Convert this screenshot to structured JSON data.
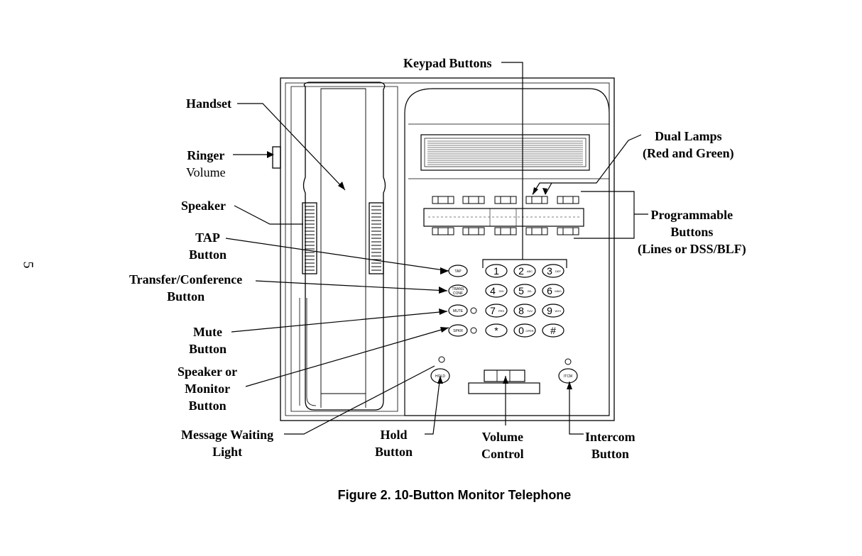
{
  "page_number": "5",
  "caption": "Figure 2.  10-Button Monitor Telephone",
  "labels": {
    "keypad_buttons": "Keypad Buttons",
    "handset": "Handset",
    "ringer_volume": [
      "Ringer",
      "Volume"
    ],
    "speaker": "Speaker",
    "tap_button": [
      "TAP",
      "Button"
    ],
    "transfer_conference_button": [
      "Transfer/Conference",
      "Button"
    ],
    "mute_button": [
      "Mute",
      "Button"
    ],
    "speaker_or_monitor_button": [
      "Speaker or",
      "Monitor",
      "Button"
    ],
    "message_waiting_light": [
      "Message Waiting",
      "Light"
    ],
    "hold_button": [
      "Hold",
      "Button"
    ],
    "volume_control": [
      "Volume",
      "Control"
    ],
    "intercom_button": [
      "Intercom",
      "Button"
    ],
    "dual_lamps": [
      "Dual Lamps",
      "(Red and Green)"
    ],
    "programmable_buttons": [
      "Programmable",
      "Buttons",
      "(Lines or DSS/BLF)"
    ]
  },
  "feature_buttons": {
    "tap": "TAP",
    "trans_line1": "TRANS",
    "trans_line2": "CONF",
    "mute": "MUTE",
    "spkr": "SPKR",
    "hold": "HOLD",
    "itcm": "ITCM"
  },
  "keypad": [
    {
      "digit": "1",
      "letters": ""
    },
    {
      "digit": "2",
      "letters": "ABC"
    },
    {
      "digit": "3",
      "letters": "DEF"
    },
    {
      "digit": "4",
      "letters": "GHI"
    },
    {
      "digit": "5",
      "letters": "JKL"
    },
    {
      "digit": "6",
      "letters": "MNO"
    },
    {
      "digit": "7",
      "letters": "PRS"
    },
    {
      "digit": "8",
      "letters": "TUV"
    },
    {
      "digit": "9",
      "letters": "WXY"
    },
    {
      "digit": "*",
      "letters": ""
    },
    {
      "digit": "0",
      "letters": "OPER"
    },
    {
      "digit": "#",
      "letters": ""
    }
  ]
}
